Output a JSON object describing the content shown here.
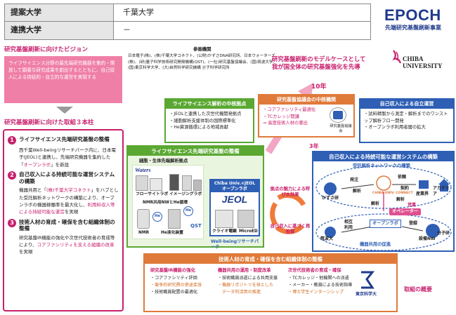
{
  "header": {
    "row1_label": "提案大学",
    "row1_value": "千葉大学",
    "row2_label": "連携大学",
    "row2_value": "－"
  },
  "brand": {
    "epoch": "EPOCH",
    "epoch_sub": "先端研究基盤刷新事業",
    "chiba_en_line1": "CHIBA",
    "chiba_en_line2": "UNIVERSITY"
  },
  "vision": {
    "title": "研究基盤刷新に向けたビジョン",
    "body": "ライフサイエンス分野の最先端研究機器を集約・開放して顕著な研究成果を創出するとともに、自己収入による持続的・自立的な運営を実現する"
  },
  "pillars": {
    "title": "研究基盤刷新に向けた取組３本柱",
    "items": [
      {
        "num": "1",
        "head": "ライフサイエンス先端研究基盤の整備",
        "body_pre": "西千葉Well-beingリサーチパーク内に、日本電子(JEOL)と連携し、先端研究機器を集約した「",
        "body_em": "オープンラボ",
        "body_post": "」を新設"
      },
      {
        "num": "2",
        "head": "自己収入による持続可能な運営システムの構築",
        "body_pre": "機器共用と「",
        "body_em1": "(株)千葉大学コネクト",
        "body_mid": "」をハブとした受託解析ネットワークの構築により、オープンラボの機器稼働率を最大化し、",
        "body_em2": "利用料収入等による持続可能な運営",
        "body_post": "を実現"
      },
      {
        "num": "3",
        "head": "技術人材の育成・確保を含む組織体制の整備",
        "body_pre": "研究基盤IR機能の強化や次世代技術者の育成等により、",
        "body_em": "コアファシリティを支える組織の改革",
        "body_post": "を実現"
      }
    ]
  },
  "members": {
    "title": "参画機関",
    "body": "日本電子(株)、(株)千葉大学コネクト、(公財)かずさDNA研究所、日本ウォーターズ(株)、(研)量子科学技術研究開発機構(QST)、(一社)研究基盤協議会、(国)筑波大学、(国)東京科学大学、(大)自然科学研究機構 分子科学研究所"
  },
  "model_case": {
    "line1": "研究基盤刷新のモデルケースとして",
    "line2": "我が国全体の研究基盤強化を先導"
  },
  "hub_green": {
    "title": "ライフサイエンス解析の中核拠点",
    "items": [
      "・JEOLと連携した次世代機開発拠点",
      "・細胞解析支援体制の国際標準化",
      "・He資源循環による地域貢献"
    ]
  },
  "hub_orange": {
    "title": "研究基盤協議会の中核機関",
    "items": [
      "・コアファシリティ最適化",
      "・TCカレッジ開講",
      "⇒ 高度技術人材の輩出"
    ],
    "badge": "研究基盤協議会"
  },
  "hub_blue": {
    "title": "自己収入による自立運営",
    "items": [
      "・試料精製から測定・解析までのワンストップ解析フロー開発",
      "・オープンラボ利用者層の拡大"
    ]
  },
  "years": {
    "y10": "10年",
    "y3": "3年"
  },
  "life_science": {
    "title": "ライフサイエンス先端研究基盤の整備",
    "sub1": "細胞・生体先端解析拠点",
    "waters": "Waters",
    "flow": "フローサイトラボ",
    "imaging": "イメージングラボ",
    "nmr_net": "NMR共用NWとHe循環",
    "he1": "He",
    "he2": "He",
    "nmr": "NMR",
    "he_plant": "He液化装置",
    "qst": "QST",
    "chiba_jeol": "Chiba Univ.×JEOL",
    "open_lab": "オープンラボ",
    "jeol": "JEOL",
    "cryo": "クライオ電顕",
    "microed": "MicroED",
    "wellbeing": "Well-beingリサーチパーク"
  },
  "cycle": {
    "top": "拠点の魅力による呼び水効果",
    "bottom": "自己収入に基づく再投資"
  },
  "system": {
    "title": "自己収入による持続可能な運営システムの構築",
    "network": "受託解析ネットワークの構築",
    "kazusa": "かずさ研",
    "connect": "CHIBA UNIV. CONNECT",
    "industry": "産業界",
    "academia": "アカデミア",
    "order": "発注",
    "request": "依頼",
    "contract": "契約",
    "analysis1": "解析",
    "analysis2": "解析",
    "analysis3": "解析",
    "sales": "営業",
    "operator": "オペレーター",
    "open_lab": "オープンラボ",
    "mutual": "相互利用",
    "register": "登録",
    "tsukuba": "筑波大",
    "equipment_nw": "設備NW",
    "bunshiken": "分子研",
    "share": "機器共用の促進"
  },
  "hr": {
    "title": "技術人材の育成・確保を含む組織体制の整備",
    "col1_title": "研究基盤IR機能の強化",
    "col1_items": [
      "・コアファシリティ評価",
      "・競争的研究費の使途変容",
      "・技術職員配置の最適化"
    ],
    "col2_title": "機器共用の運用・制度改革",
    "col2_items": [
      "・技術職員派遣による共用支援",
      "・機器リポジトリを核とした",
      "　データ利活用の推進"
    ],
    "col3_title": "次世代技術者の育成・確保",
    "col3_items": [
      "・TCカレッジ・他機関への派遣",
      "・メーカー・教員による技術指導",
      "・博士学生インターンシップ"
    ],
    "tokyo": "東京科学大"
  },
  "footer": {
    "label": "取組の概要"
  },
  "colors": {
    "pink": "#c8206d",
    "green": "#5aa832",
    "orange": "#e07a3a",
    "blue": "#2e5fb5"
  }
}
